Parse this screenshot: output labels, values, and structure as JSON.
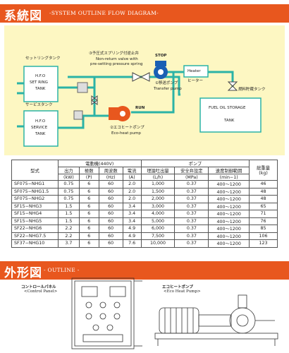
{
  "section1": {
    "title_jp": "系統図",
    "title_en": "-SYSTEM OUTLINE FLOW DIAGRAM-"
  },
  "flow": {
    "setting_tank_jp": "セットリングタンク",
    "setting_tank_en": [
      "H.F.O",
      "SET RING",
      "TANK"
    ],
    "service_tank_jp": "サービスタンク",
    "service_tank_en": [
      "H.F.O",
      "SERVICE",
      "TANK"
    ],
    "valve3_jp": "③予圧式スプリング付逆止弁",
    "valve3_en": [
      "Non-return valve with",
      "pre-setting pressure spring"
    ],
    "stop_label": "STOP",
    "run_label": "RUN",
    "pump1_jp": "①移送ポンプ",
    "pump1_en": "Transfer pump",
    "pump2_jp": "②エコヒートポンプ",
    "pump2_en": "Eco-heat pump",
    "heater_en": "Heater",
    "heater_jp": "ヒーター",
    "fuel_tank_jp": "燃料貯蔵タンク",
    "fuel_tank_en": [
      "FUEL OIL STORAGE",
      "TANK"
    ]
  },
  "table": {
    "group_motor": "電動機(440V)",
    "group_pump": "ポンプ",
    "model_header": "型式",
    "headers": [
      [
        "出力",
        "(kW)"
      ],
      [
        "極数",
        "(P)"
      ],
      [
        "周波数",
        "(Hz)"
      ],
      [
        "電流",
        "(A)"
      ],
      [
        "理論吐出量",
        "(L/h)"
      ],
      [
        "安全弁設定",
        "(MPa)"
      ],
      [
        "速度制御範囲",
        "(min−1)"
      ],
      [
        "総重量",
        "(kg)"
      ]
    ],
    "rows": [
      [
        "SF075−NHG1",
        "0.75",
        "6",
        "60",
        "2.0",
        "1,000",
        "0.37",
        "400〜1200",
        "46"
      ],
      [
        "SF075−NHG1.5",
        "0.75",
        "6",
        "60",
        "2.0",
        "1,500",
        "0.37",
        "400〜1200",
        "48"
      ],
      [
        "SF075−NHG2",
        "0.75",
        "6",
        "60",
        "2.0",
        "2,000",
        "0.37",
        "400〜1200",
        "48"
      ],
      [
        "SF15−NHG3",
        "1.5",
        "6",
        "60",
        "3.4",
        "3,000",
        "0.37",
        "400〜1200",
        "65"
      ],
      [
        "SF15−NHG4",
        "1.5",
        "6",
        "60",
        "3.4",
        "4,000",
        "0.37",
        "400〜1200",
        "71"
      ],
      [
        "SF15−NHG5",
        "1.5",
        "6",
        "60",
        "3.4",
        "5,000",
        "0.37",
        "400〜1200",
        "76"
      ],
      [
        "SF22−NHG6",
        "2.2",
        "6",
        "60",
        "4.9",
        "6,000",
        "0.37",
        "400〜1200",
        "85"
      ],
      [
        "SF22−NHG7.5",
        "2.2",
        "6",
        "60",
        "4.9",
        "7,500",
        "0.37",
        "400〜1200",
        "106"
      ],
      [
        "SF37−NHG10",
        "3.7",
        "6",
        "60",
        "7.6",
        "10,000",
        "0.37",
        "400〜1200",
        "123"
      ]
    ]
  },
  "section2": {
    "title_jp": "外形図",
    "title_en": "- OUTLINE -"
  },
  "outline": {
    "control_panel_jp": "コントロールパネル",
    "control_panel_en": "<Control Panel>",
    "eco_pump_jp": "エコヒートポンプ",
    "eco_pump_en": "<Eco Heat Pump>"
  },
  "colors": {
    "header": "#e8571e",
    "pipe": "#2bb3a6",
    "flow_bg": "#fdf7c2",
    "pump_blue": "#1a5fb4",
    "pump_orange": "#e8571e"
  }
}
